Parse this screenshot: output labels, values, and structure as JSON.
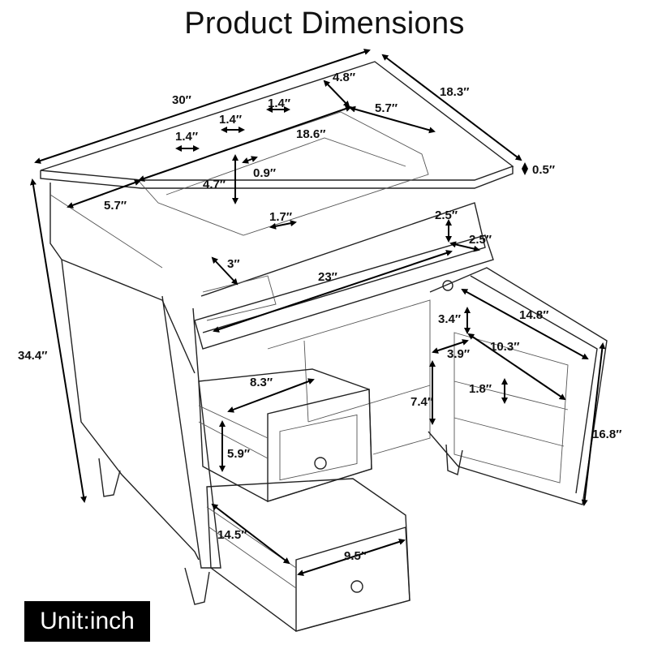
{
  "title": "Product Dimensions",
  "unit_badge": "Unit:inch",
  "dimensions": {
    "width_top": "30″",
    "depth_side": "18.3″",
    "back_splash": "4.8″",
    "right_deck": "5.7″",
    "basin_width": "18.6″",
    "left_deck": "5.7″",
    "faucet_hole_right": "1.4″",
    "faucet_hole_center": "1.4″",
    "faucet_hole_left": "1.4″",
    "overflow_hole": "0.9″",
    "basin_depth": "4.7″",
    "top_thickness": "0.5″",
    "drain_hole": "1.7″",
    "overall_height": "34.4″",
    "front_gap": "3″",
    "tray_width": "23″",
    "tray_height": "2.5″",
    "tray_depth": "2.5″",
    "door_height": "14.8″",
    "shelf_gap": "3.4″",
    "shelf_depth": "10.3″",
    "shelf_side": "3.9″",
    "shelf_rail": "1.8″",
    "cabinet_height": "7.4″",
    "door_panel_height": "16.8″",
    "drawer_width": "8.3″",
    "drawer_height": "5.9″",
    "drawer_depth": "14.5″",
    "drawer_front_width": "9.5″"
  }
}
